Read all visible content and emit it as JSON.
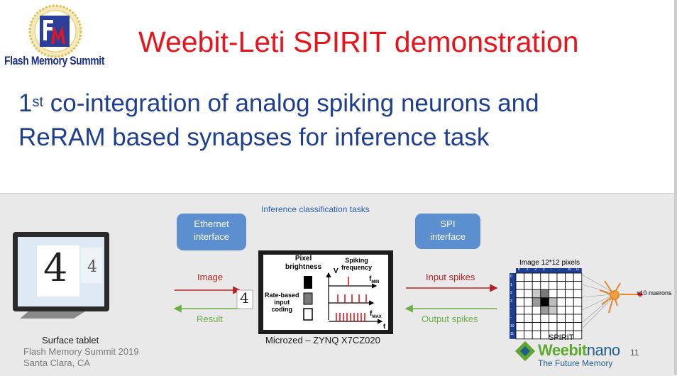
{
  "header": {
    "logo_text": "Flash Memory Summit",
    "title": "Weebit-Leti SPIRIT demonstration"
  },
  "subtitle": {
    "line1_prefix": "1",
    "line1_sup": "st",
    "line1_rest": " co-integration of analog spiking neurons and",
    "line2": "ReRAM based synapses for inference task"
  },
  "diagram": {
    "top_label": "Inference classification tasks",
    "ethernet_box": "Ethernet\ninterface",
    "spi_box": "SPI\ninterface",
    "image_label": "Image",
    "result_label": "Result",
    "input_spikes_label": "Input spikes",
    "output_spikes_label": "Output spikes",
    "tablet_caption": "Surface tablet",
    "tablet_digit_left": "4",
    "tablet_digit_right": "4",
    "small_digit": "4",
    "fpga_caption": "Microzed – ZYNQ X7CZ020",
    "fpga_pixel_brightness": "Pixel\nbrightness",
    "fpga_spiking_frequency": "Spiking\nfrequency",
    "fpga_rate_coding": "Rate-based\ninput\ncoding",
    "fpga_v": "V",
    "fpga_t": "t",
    "fpga_fmin": "MIN",
    "fpga_fmax": "MAX",
    "fpga_f": "f",
    "grid_title": "Image 12*12 pixels",
    "grid_col_labels": [
      "0",
      "1",
      "2",
      "3",
      "-",
      "-",
      "10",
      "11"
    ],
    "grid_row_labels": [
      "0",
      "1",
      "2",
      "3",
      "-",
      "-",
      "10",
      "11"
    ],
    "neurons_label": "x10 nuerons",
    "spirit_caption": "SPIRIT"
  },
  "footer": {
    "event": "Flash Memory Summit 2019\nSanta Clara, CA",
    "page_number": "11",
    "brand_green": "Weebit",
    "brand_blue": "nano",
    "brand_tagline": "The Future Memory"
  },
  "colors": {
    "title": "#e8141c",
    "subtitle": "#1e3f91",
    "interface_box": "#5b8fd0",
    "forward_arrow": "#b22222",
    "back_arrow": "#70ad47",
    "weebit_green": "#5fa830",
    "weebit_blue": "#1f5e8f"
  }
}
